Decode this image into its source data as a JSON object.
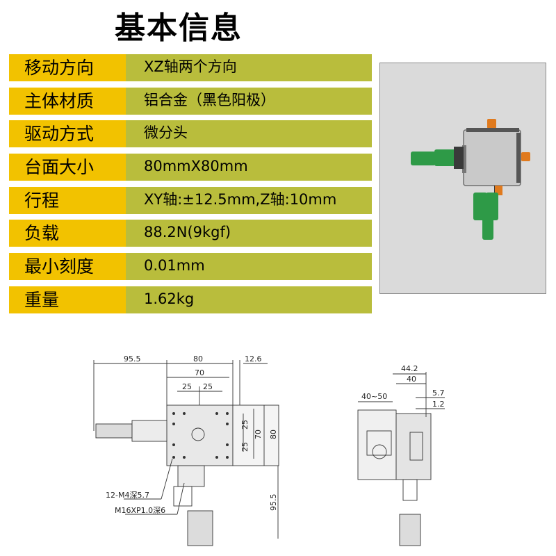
{
  "title": "基本信息",
  "specs": [
    {
      "label": "移动方向",
      "value": "XZ轴两个方向"
    },
    {
      "label": "主体材质",
      "value": "铝合金（黑色阳极）"
    },
    {
      "label": "驱动方式",
      "value": "微分头"
    },
    {
      "label": "台面大小",
      "value": "80mmX80mm"
    },
    {
      "label": "行程",
      "value": "XY轴:±12.5mm,Z轴:10mm"
    },
    {
      "label": "负载",
      "value": "88.2N(9kgf)"
    },
    {
      "label": "最小刻度",
      "value": "0.01mm"
    },
    {
      "label": "重量",
      "value": "1.62kg"
    }
  ],
  "drawing": {
    "front": {
      "dim_95_5_top": "95.5",
      "dim_80_top": "80",
      "dim_12_6": "12.6",
      "dim_70_top": "70",
      "dim_25_a": "25",
      "dim_25_b": "25",
      "dim_25_right_a": "25",
      "dim_25_right_b": "25",
      "dim_70_right": "70",
      "dim_80_right": "80",
      "dim_95_5_right": "95.5",
      "note_m4": "12-M4深5.7",
      "note_m16": "M16XP1.0深6"
    },
    "side": {
      "dim_44_2": "44.2",
      "dim_40": "40",
      "dim_40_50": "40~50",
      "dim_5_7": "5.7",
      "dim_1_2": "1.2"
    }
  },
  "colors": {
    "label_bg": "#f2c200",
    "value_bg": "#b9bd3c",
    "stage_gray": "#c9c9c9",
    "micrometer_green": "#2e9a47",
    "knob_orange": "#e07a1e"
  }
}
